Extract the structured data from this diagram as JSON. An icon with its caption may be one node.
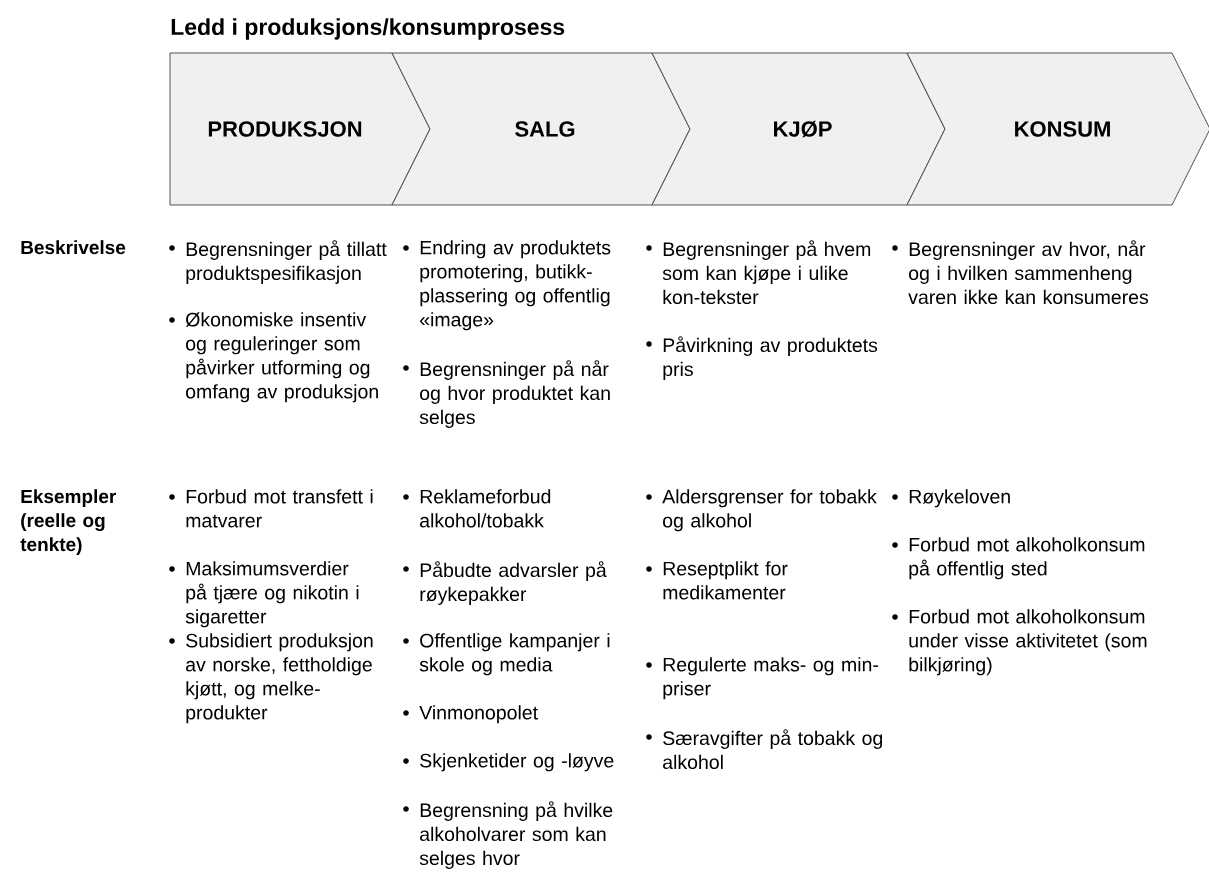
{
  "diagram": {
    "title": "Ledd i produksjons/konsumprosess",
    "nodes": [
      {
        "text": [
          "PRODUKSJON"
        ]
      },
      {
        "text": [
          "SALG"
        ]
      },
      {
        "text": [
          "KJØP"
        ]
      },
      {
        "text": [
          "KONSUM"
        ]
      }
    ],
    "labels": [
      "Beskrivelse",
      "Begrensninger på tillatt produktspesifikasjon",
      "Økonomiske insentiv og reguleringer som påvirker utforming og omfang av produksjon",
      "Endring av produktets promotering, butikk-plassering og offentlig «image»",
      "Begrensninger på når og hvor produktet kan selges",
      "Begrensninger på hvem som kan kjøpe i ulike kon-tekster",
      "Påvirkning av produktets pris",
      "Begrensninger av hvor, når og i hvilken sammenheng varen ikke kan konsumeres",
      "Eksempler (reelle og tenkte)",
      "Forbud mot transfett i matvarer",
      "Maksimumsverdier på tjære og nikotin i sigaretter",
      "Subsidiert produksjon av norske, fettholdige kjøtt, og melke-produkter",
      "Reklameforbud alkohol/tobakk",
      "Påbudte advarsler på røykepakker",
      "Offentlige kampanjer i skole og media",
      "Vinmonopolet",
      "Skjenketider og -løyve",
      "Begrensning på hvilke alkoholvarer som kan selges hvor",
      "Aldersgrenser for tobakk og alkohol",
      "Reseptplikt for medikamenter",
      "Regulerte maks- og min-priser",
      "Særavgifter på tobakk og alkohol",
      "Røykeloven",
      "Forbud mot alkoholkonsum på offentlig sted",
      "Forbud mot alkoholkonsum under visse aktivitetet (som bilkjøring)"
    ]
  }
}
